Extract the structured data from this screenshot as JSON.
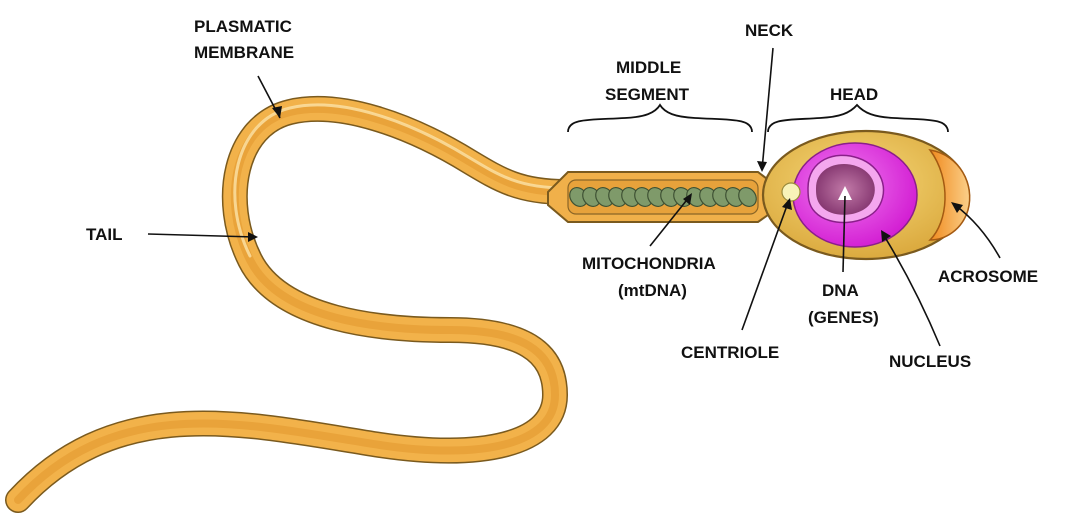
{
  "labels": {
    "plasmatic_membrane_line1": "PLASMATIC",
    "plasmatic_membrane_line2": "MEMBRANE",
    "tail": "TAIL",
    "middle_segment_line1": "MIDDLE",
    "middle_segment_line2": "SEGMENT",
    "neck": "NECK",
    "head": "HEAD",
    "mitochondria_line1": "MITOCHONDRIA",
    "mitochondria_line2": "(mtDNA)",
    "centriole": "CENTRIOLE",
    "dna_line1": "DNA",
    "dna_line2": "(GENES)",
    "nucleus": "NUCLEUS",
    "acrosome": "ACROSOME"
  },
  "colors": {
    "membrane": "#f2b24a",
    "membrane_outline": "#7a5a1e",
    "tail_core": "#f7cf78",
    "head_fill": "#e0b740",
    "nucleus": "#e02ee0",
    "nucleus_light": "#f5a8f0",
    "dna_core": "#a0508a",
    "acrosome": "#f5a43a",
    "mitochondria": "#7f9a6a",
    "centriole": "#f7f2b0"
  }
}
